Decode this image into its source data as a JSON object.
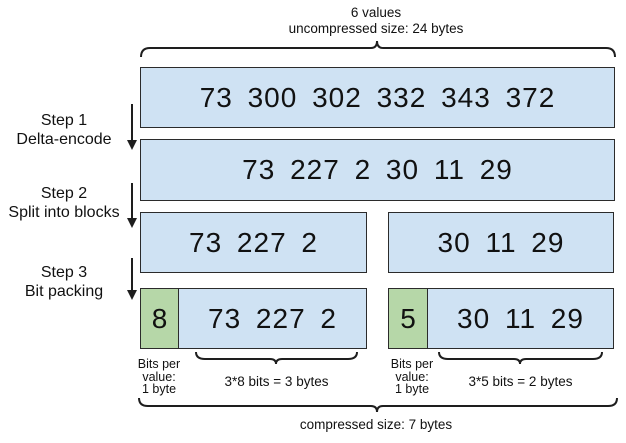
{
  "title": {
    "line1": "6 values",
    "line2": "uncompressed size: 24 bytes"
  },
  "footer": {
    "label": "compressed size: 7 bytes"
  },
  "steps": [
    {
      "line1": "Step 1",
      "line2": "Delta-encode"
    },
    {
      "line1": "Step 2",
      "line2": "Split into blocks"
    },
    {
      "line1": "Step 3",
      "line2": "Bit packing"
    }
  ],
  "boxes": {
    "original": "73 300 302 332 343 372",
    "delta": "73 227 2 30 11 29",
    "block1": "73 227 2",
    "block2": "30 11 29"
  },
  "packed": [
    {
      "bits": "8",
      "values": "73 227 2",
      "bits_note": [
        "Bits per",
        "value:",
        "1 byte"
      ],
      "size_note": "3*8 bits = 3 bytes"
    },
    {
      "bits": "5",
      "values": "30 11 29",
      "bits_note": [
        "Bits per",
        "value:",
        "1 byte"
      ],
      "size_note": "3*5 bits = 2 bytes"
    }
  ],
  "colors": {
    "box_fill": "#cfe2f3",
    "box_border": "#2b2b2b",
    "bits_fill": "#b6d7a8",
    "text": "#111111"
  }
}
